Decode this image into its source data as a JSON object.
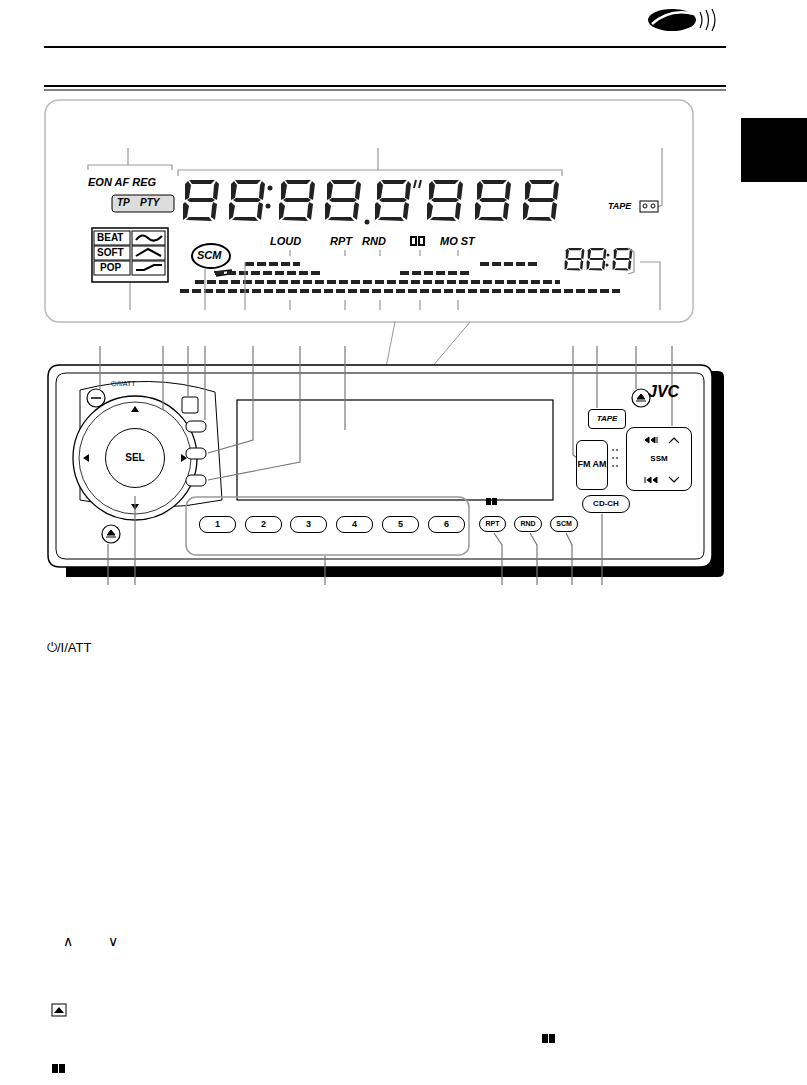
{
  "diagram": {
    "nodes": [
      {
        "text": [
          "TAPE"
        ]
      },
      {
        "text": [
          "SEL"
        ]
      },
      {
        "text": [
          "FM AM"
        ]
      },
      {
        "text": [
          "SSM"
        ]
      },
      {
        "text": [
          "CD-CH"
        ]
      },
      {
        "text": [
          "1"
        ]
      },
      {
        "text": [
          "2"
        ]
      },
      {
        "text": [
          "3"
        ]
      },
      {
        "text": [
          "4"
        ]
      },
      {
        "text": [
          "5"
        ]
      },
      {
        "text": [
          "6"
        ]
      },
      {
        "text": [
          "RPT"
        ]
      },
      {
        "text": [
          "RND"
        ]
      },
      {
        "text": [
          "SCM"
        ]
      }
    ],
    "labels": [
      "EON AF REG",
      "TP",
      "PTY",
      "TAPE",
      "BEAT",
      "SOFT",
      "POP",
      "SCM",
      "LOUD",
      "RPT",
      "RND",
      "MO ST",
      "⏻/I/ATT",
      "JVC",
      "⏻/I/ATT",
      "∧",
      "∨"
    ]
  }
}
